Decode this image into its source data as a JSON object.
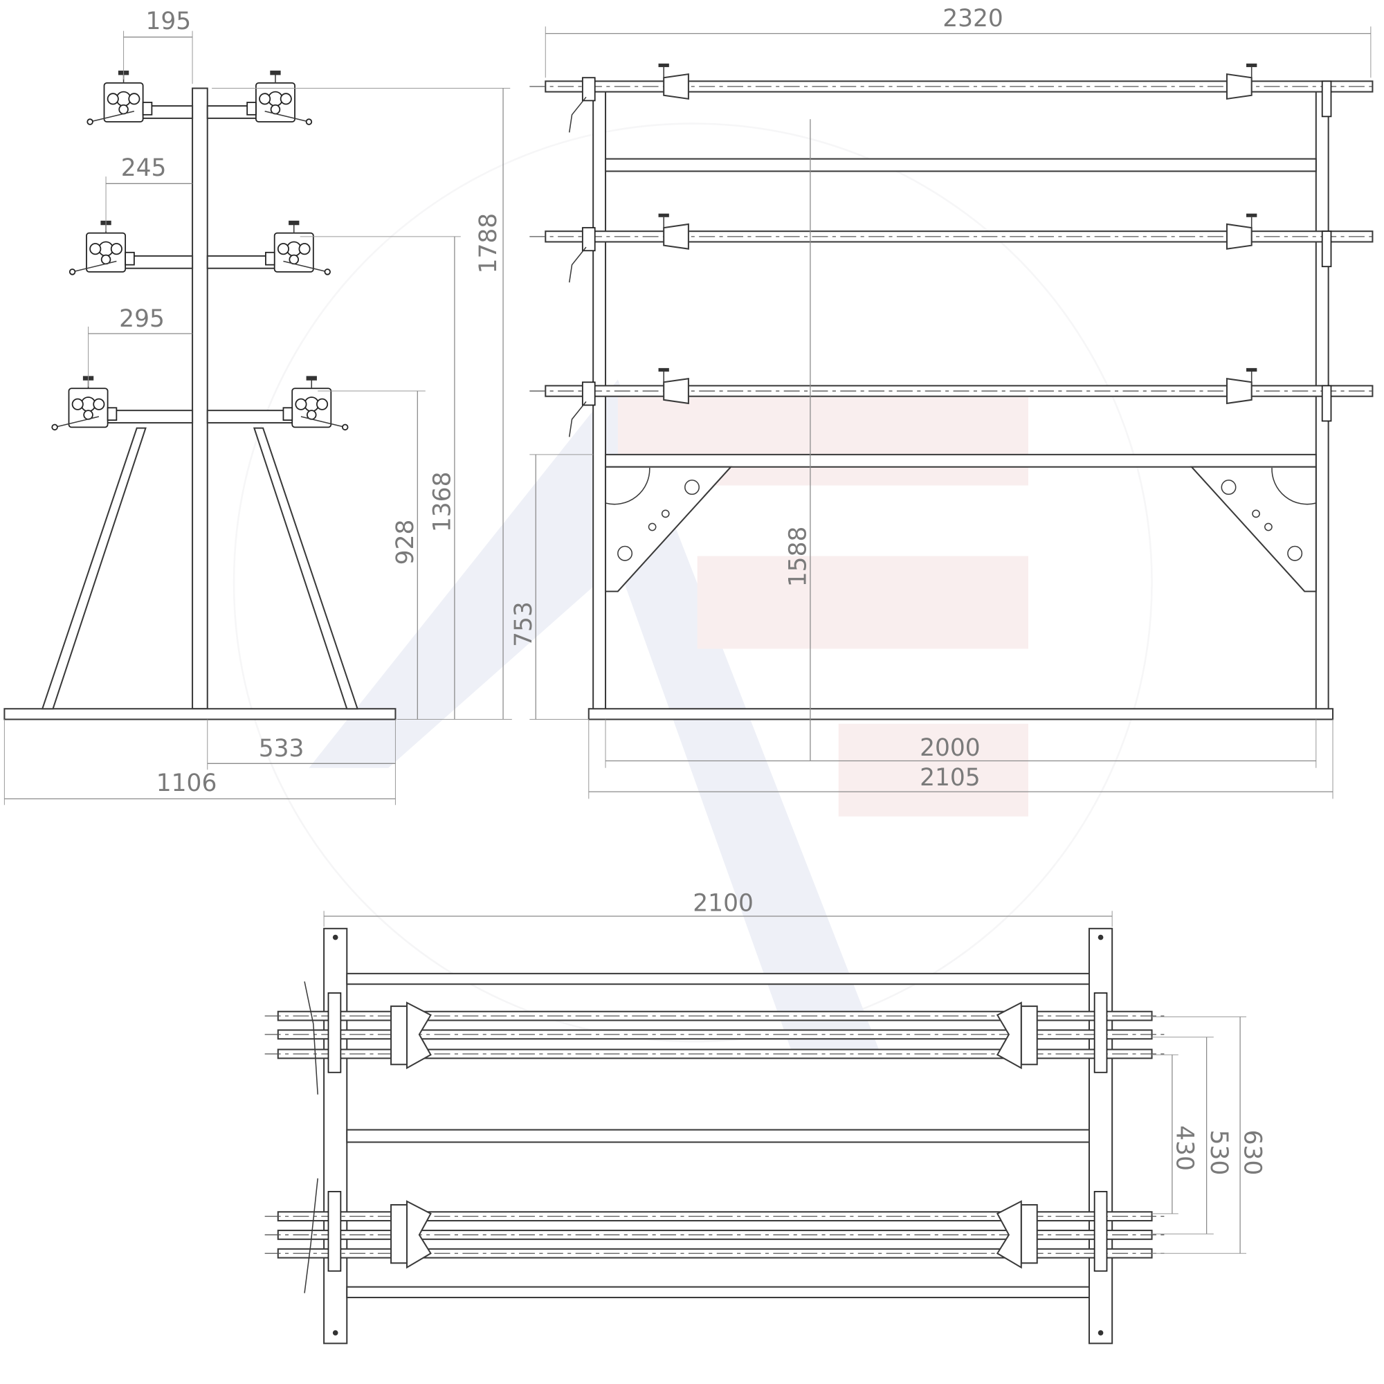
{
  "drawing": {
    "side_view": {
      "dims": {
        "arm_top": "195",
        "arm_mid": "245",
        "arm_low": "295",
        "overall_height": "1788",
        "mid_height": "1368",
        "low_height": "928",
        "half_base": "533",
        "base_width": "1106"
      }
    },
    "front_view": {
      "dims": {
        "overall_length": "2320",
        "vertical_span": "1588",
        "crossbar_height": "753",
        "inner_width": "2000",
        "outer_width": "2105"
      }
    },
    "top_view": {
      "dims": {
        "frame_length": "2100",
        "depth_small": "430",
        "depth_mid": "530",
        "depth_large": "630"
      }
    },
    "colors": {
      "line": "#3a3a3a",
      "dimension": "#8a8a8a"
    }
  }
}
